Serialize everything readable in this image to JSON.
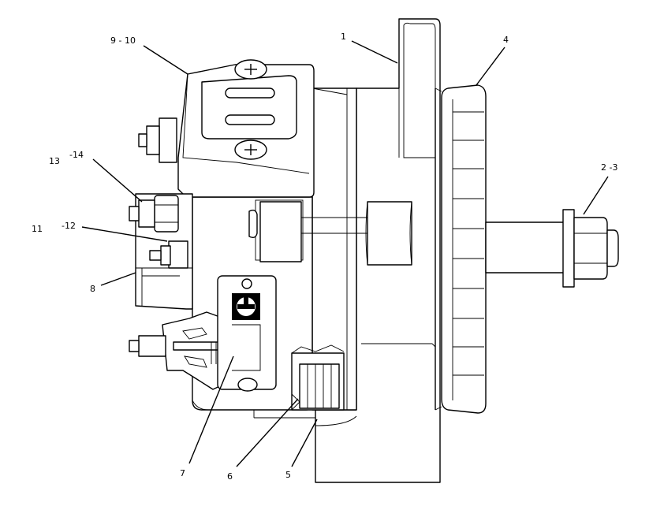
{
  "diagram": {
    "callouts": [
      {
        "id": "c1",
        "text": "1"
      },
      {
        "id": "c2",
        "text": "2 -3"
      },
      {
        "id": "c3",
        "text": "4"
      },
      {
        "id": "c4",
        "text": "9 - 10"
      },
      {
        "id": "c5",
        "text": "13"
      },
      {
        "id": "c6",
        "text": "-14"
      },
      {
        "id": "c7",
        "text": "11"
      },
      {
        "id": "c8",
        "text": "-12"
      },
      {
        "id": "c9",
        "text": "8"
      },
      {
        "id": "c10",
        "text": "7"
      },
      {
        "id": "c11",
        "text": "6"
      },
      {
        "id": "c12",
        "text": "5"
      }
    ]
  }
}
